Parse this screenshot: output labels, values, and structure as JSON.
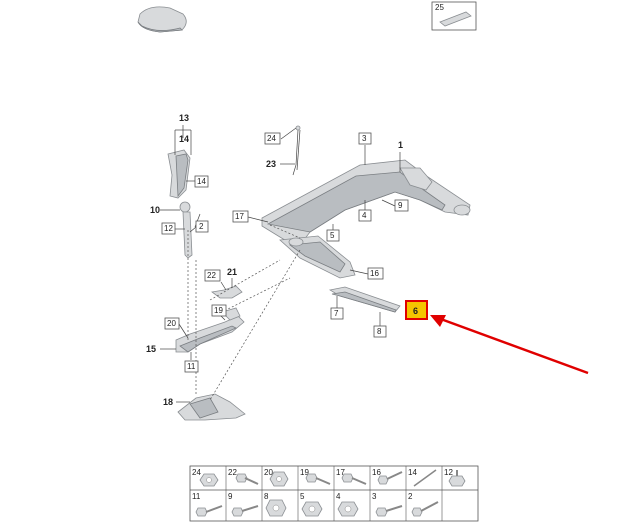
{
  "callouts": {
    "c1": "1",
    "c3": "3",
    "c4": "4",
    "c5": "5",
    "c6": "6",
    "c7": "7",
    "c8": "8",
    "c9": "9",
    "c10": "10",
    "c11": "11",
    "c12": "12",
    "c13": "13",
    "c14a": "14",
    "c14b": "14",
    "c15": "15",
    "c16": "16",
    "c17": "17",
    "c18": "18",
    "c19": "19",
    "c20": "20",
    "c21": "21",
    "c22": "22",
    "c23": "23",
    "c24": "24",
    "c25": "25",
    "c2": "2"
  },
  "fasteners": {
    "row1": [
      "24",
      "22",
      "20",
      "19",
      "17",
      "16",
      "14",
      "12"
    ],
    "row2": [
      "11",
      "9",
      "8",
      "5",
      "4",
      "3",
      "2"
    ]
  },
  "colors": {
    "highlight_fill": "#f5c400",
    "highlight_stroke": "#e00000",
    "arrow": "#e00000"
  }
}
